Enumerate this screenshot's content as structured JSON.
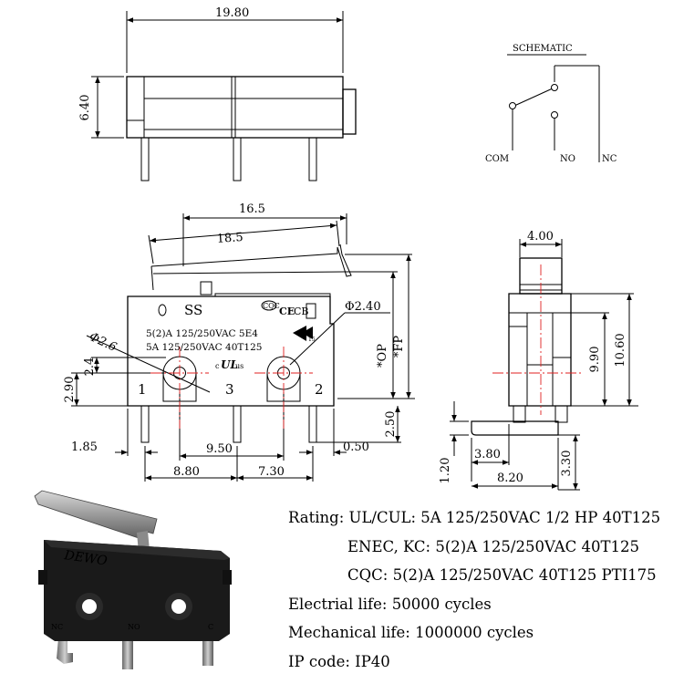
{
  "top_view": {
    "width_dim": "19.80",
    "height_dim": "6.40"
  },
  "schematic": {
    "title": "SCHEMATIC",
    "com": "COM",
    "no": "NO",
    "nc": "NC"
  },
  "front_view": {
    "dims": {
      "d16_5": "16.5",
      "d18_5": "18.5",
      "phi2_6": "Φ2.6",
      "phi2_40": "Φ2.40",
      "op": "*OP",
      "fp": "*FP",
      "d2_90": "2.90",
      "d2_4": "2.4",
      "d2_50": "2.50",
      "d1_85": "1.85",
      "d9_50": "9.50",
      "d0_50": "0.50",
      "d8_80": "8.80",
      "d7_30": "7.30"
    },
    "markings": {
      "brand": "SS",
      "cqc": "CQC",
      "ce": "CE",
      "cb": "CB",
      "line1": "5(2)A 125/250VAC 5E4",
      "line2": "5A 125/250VAC 40T125",
      "ul": "UL",
      "c": "c",
      "us": "us",
      "enec": "15",
      "terminal1": "1",
      "terminal3": "3",
      "terminal2": "2"
    }
  },
  "side_view": {
    "dims": {
      "d4_00": "4.00",
      "d9_90": "9.90",
      "d10_60": "10.60",
      "d1_20": "1.20",
      "d3_80": "3.80",
      "d8_20": "8.20",
      "d3_30": "3.30"
    }
  },
  "photo": {
    "brand": "DEWO",
    "nc": "NC",
    "no": "NO",
    "com": "C"
  },
  "specs": {
    "rating_label": "Rating: ",
    "rating_ul": "UL/CUL: 5A 125/250VAC 1/2 HP 40T125",
    "rating_enec": "ENEC, KC: 5(2)A 125/250VAC 40T125",
    "rating_cqc": "CQC: 5(2)A 125/250VAC 40T125 PTI175",
    "electrical_life": "Electrial life: 50000 cycles",
    "mechanical_life": "Mechanical life: 1000000 cycles",
    "ip_code": "IP code: IP40"
  }
}
